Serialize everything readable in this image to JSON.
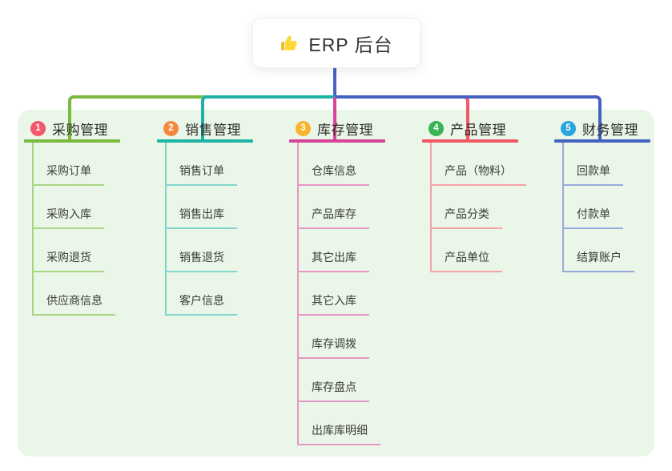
{
  "root": {
    "label": "ERP 后台",
    "icon": "thumbs-up-icon",
    "icon_color": "#fdd835",
    "connector_color": "#4663c5"
  },
  "canvas": {
    "panel_bg": "#eaf6e7",
    "background": "#ffffff"
  },
  "branches": [
    {
      "badge": "1",
      "label": "采购管理",
      "badge_color": "#f4566a",
      "line_color": "#7cb93f",
      "line_color_light": "#a9d583",
      "items": [
        "采购订单",
        "采购入库",
        "采购退货",
        "供应商信息"
      ]
    },
    {
      "badge": "2",
      "label": "销售管理",
      "badge_color": "#f5883f",
      "line_color": "#1fb3a6",
      "line_color_light": "#82d5cc",
      "items": [
        "销售订单",
        "销售出库",
        "销售退货",
        "客户信息"
      ]
    },
    {
      "badge": "3",
      "label": "库存管理",
      "badge_color": "#f7b32b",
      "line_color": "#d6459b",
      "line_color_light": "#e995c5",
      "items": [
        "仓库信息",
        "产品库存",
        "其它出库",
        "其它入库",
        "库存调拨",
        "库存盘点",
        "出库库明细"
      ]
    },
    {
      "badge": "4",
      "label": "产品管理",
      "badge_color": "#39b356",
      "line_color": "#f25965",
      "line_color_light": "#f8a0a6",
      "items": [
        "产品（物料）",
        "产品分类",
        "产品单位"
      ]
    },
    {
      "badge": "5",
      "label": "财务管理",
      "badge_color": "#29a4de",
      "line_color": "#4562c3",
      "line_color_light": "#97aade",
      "items": [
        "回款单",
        "付款单",
        "结算账户"
      ]
    }
  ]
}
